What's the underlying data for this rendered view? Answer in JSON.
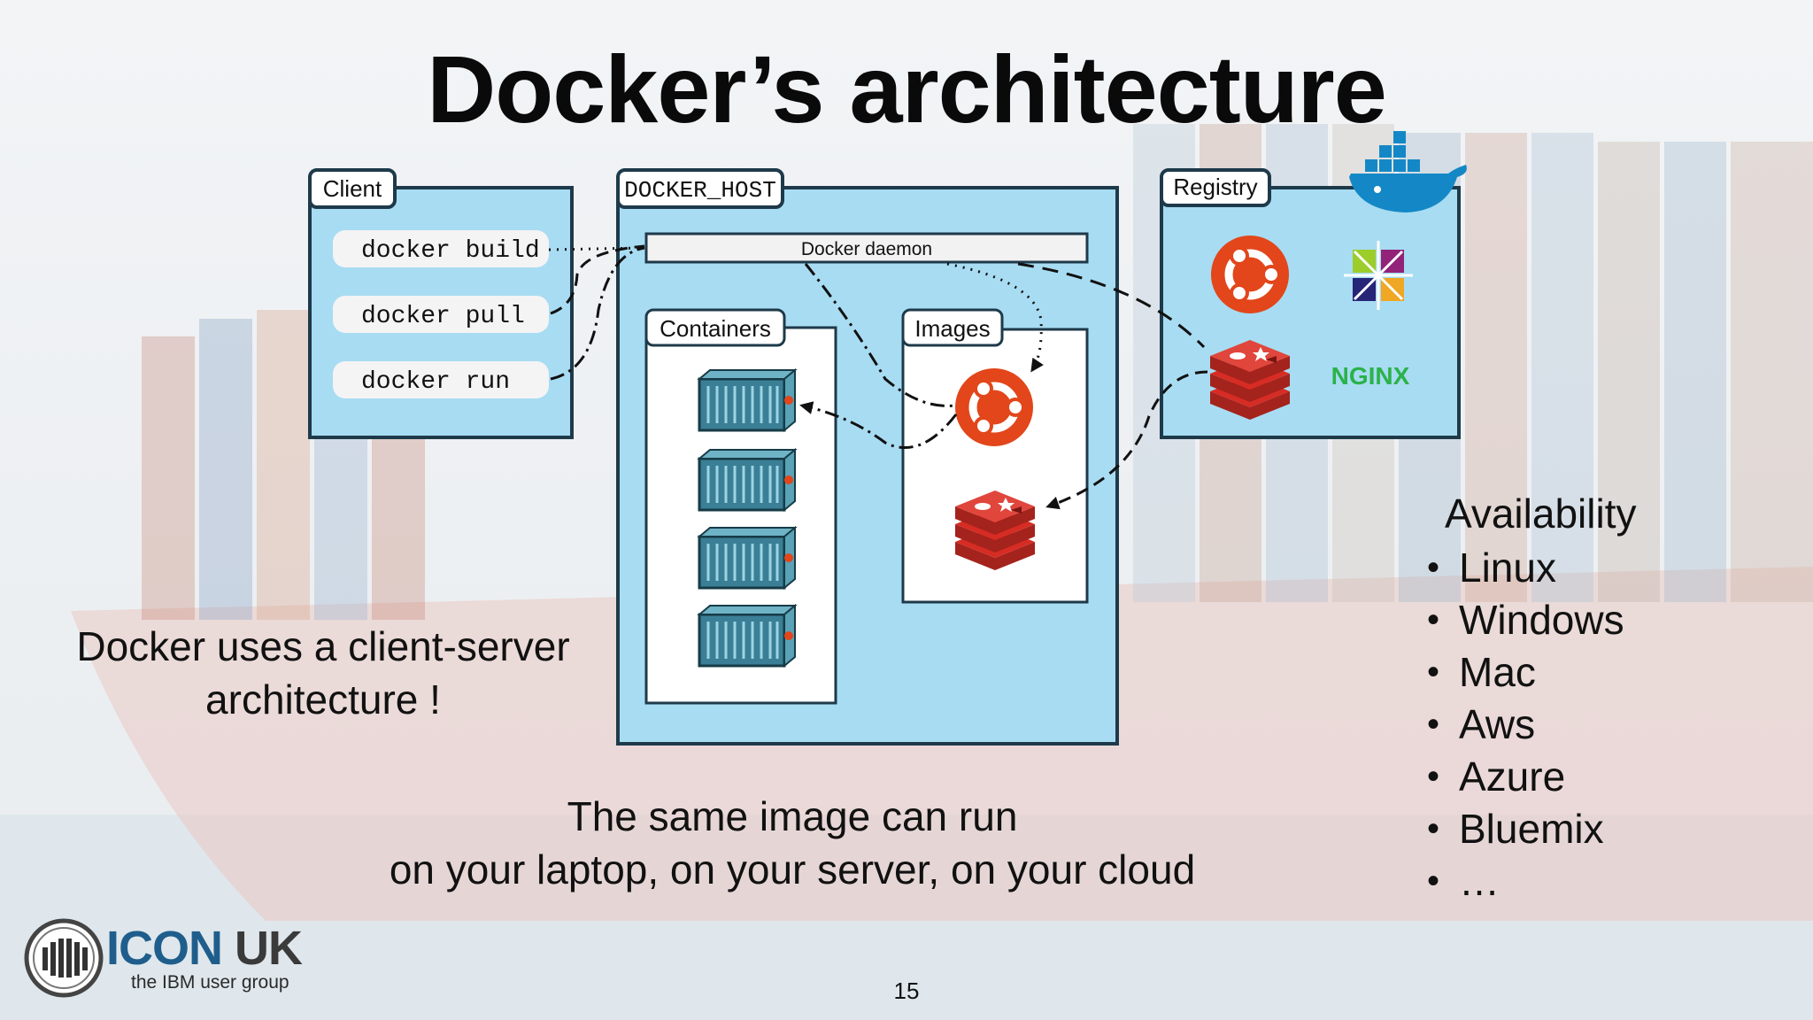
{
  "slide": {
    "title": "Docker’s architecture",
    "page_number": "15"
  },
  "diagram": {
    "client": {
      "label": "Client",
      "commands": [
        "docker build",
        "docker pull",
        "docker run"
      ]
    },
    "docker_host": {
      "label": "DOCKER_HOST",
      "daemon_label": "Docker daemon",
      "containers_label": "Containers",
      "images_label": "Images"
    },
    "registry": {
      "label": "Registry",
      "nginx_label": "NGINX"
    }
  },
  "captions": {
    "client_server_line1": "Docker uses a client-server",
    "client_server_line2": "architecture !",
    "same_image_line1": "The same image can run",
    "same_image_line2": "on your laptop, on your server, on your cloud"
  },
  "availability": {
    "heading": "Availability",
    "items": [
      "Linux",
      "Windows",
      "Mac",
      "Aws",
      "Azure",
      "Bluemix",
      "…"
    ]
  },
  "logo": {
    "name_part1": "ICON",
    "name_part2": "UK",
    "subtitle": "the IBM user group"
  },
  "colors": {
    "panel_fill": "#a8dcf2",
    "panel_stroke": "#1e3a4a",
    "ubuntu": "#e2461a",
    "redis": "#d62c24",
    "docker_blue": "#1488c6",
    "nginx": "#2bb24a"
  }
}
